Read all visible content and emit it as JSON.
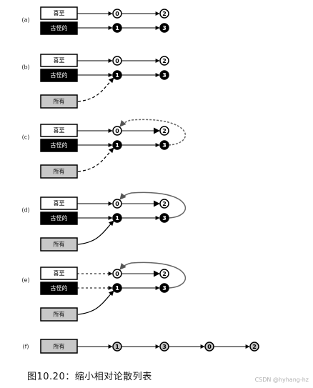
{
  "colors": {
    "line": "#000000",
    "box_dark_fill": "#000000",
    "box_gray_fill": "#c8c8c8",
    "node_white_fill": "#ffffff",
    "node_black_fill": "#000000",
    "node_gray_fill": "#c0c0c0",
    "gray_curve": "#666666",
    "watermark": "#b0b0b0"
  },
  "diagram": {
    "box_labels": {
      "top": "喜至",
      "bottom": "古怪的",
      "extra": "所有"
    },
    "panels": [
      {
        "label": "(a)",
        "nodes_top": [
          "0",
          "2"
        ],
        "nodes_bottom": [
          "1",
          "3"
        ],
        "has_extra_box": false,
        "extra_link": "none",
        "loop_style": "none",
        "box_link_style": "solid"
      },
      {
        "label": "(b)",
        "nodes_top": [
          "0",
          "2"
        ],
        "nodes_bottom": [
          "1",
          "3"
        ],
        "has_extra_box": true,
        "extra_link": "dashed",
        "loop_style": "none",
        "box_link_style": "solid"
      },
      {
        "label": "(c)",
        "nodes_top": [
          "0",
          "2"
        ],
        "nodes_bottom": [
          "1",
          "3"
        ],
        "has_extra_box": true,
        "extra_link": "dashed",
        "loop_style": "dashed",
        "box_link_style": "solid"
      },
      {
        "label": "(d)",
        "nodes_top": [
          "0",
          "2"
        ],
        "nodes_bottom": [
          "1",
          "3"
        ],
        "has_extra_box": true,
        "extra_link": "solid",
        "loop_style": "solid",
        "box_link_style": "solid"
      },
      {
        "label": "(e)",
        "nodes_top": [
          "0",
          "2"
        ],
        "nodes_bottom": [
          "1",
          "3"
        ],
        "has_extra_box": true,
        "extra_link": "solid",
        "loop_style": "solid",
        "box_link_style": "dashed"
      },
      {
        "label": "(f)",
        "chain": [
          "1",
          "3",
          "0",
          "2"
        ],
        "extra_box": "所有"
      }
    ]
  },
  "caption": "图10.20：缩小相对论散列表",
  "watermark": "CSDN @hyhang-hz"
}
